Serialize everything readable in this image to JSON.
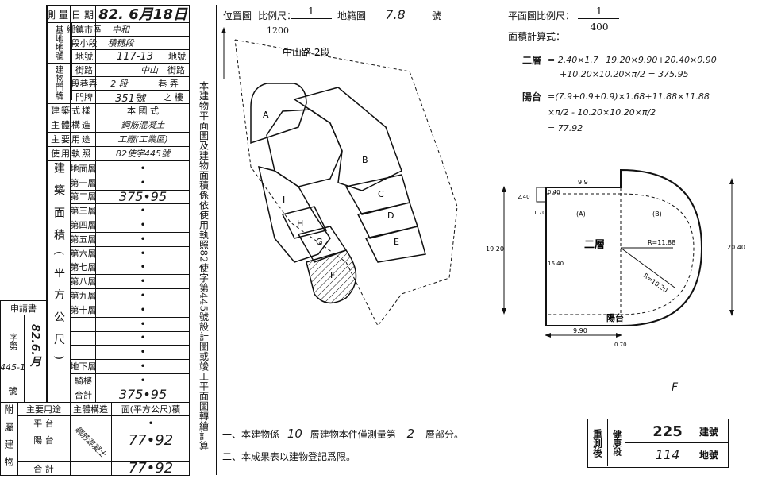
{
  "left_table": {
    "row1": {
      "label": "測量日期",
      "value": "82. 6月18日"
    },
    "base_header": "基地地號",
    "base_rows": [
      {
        "label": "鄉鎮市區",
        "value": "中和"
      },
      {
        "label": "段小段",
        "value": "積穗段"
      },
      {
        "label": "地號",
        "value": "117-13",
        "suffix": "地號"
      }
    ],
    "door_header": "建物門牌",
    "door_rows": [
      {
        "label": "街路",
        "value": "中山",
        "suffix": "街路"
      },
      {
        "label": "段巷弄",
        "value": "2 段",
        "suffix": "巷 弄"
      },
      {
        "label": "門牌",
        "value": "351號",
        "suffix": "之 樓"
      }
    ],
    "info_rows": [
      {
        "label": "建築式樣",
        "value": "本 國 式"
      },
      {
        "label": "主體構造",
        "value": "鋼筋混凝土"
      },
      {
        "label": "主要用途",
        "value": "工廠(工業區)"
      },
      {
        "label": "使用執照",
        "value": "82使字445號"
      }
    ],
    "area_header": "建築面積(平方公尺)",
    "floors": [
      {
        "name": "地面層",
        "value": "•"
      },
      {
        "name": "第一層",
        "value": "•"
      },
      {
        "name": "第二層",
        "value": "375•95"
      },
      {
        "name": "第三層",
        "value": "•"
      },
      {
        "name": "第四層",
        "value": "•"
      },
      {
        "name": "第五層",
        "value": "•"
      },
      {
        "name": "第六層",
        "value": "•"
      },
      {
        "name": "第七層",
        "value": "•"
      },
      {
        "name": "第八層",
        "value": "•"
      },
      {
        "name": "第九層",
        "value": "•"
      },
      {
        "name": "第十層",
        "value": "•"
      },
      {
        "name": "",
        "value": "•"
      },
      {
        "name": "",
        "value": "•"
      },
      {
        "name": "",
        "value": "•"
      },
      {
        "name": "地下層",
        "value": "•"
      },
      {
        "name": "騎樓",
        "value": "•"
      },
      {
        "name": "合計",
        "value": "375•95"
      }
    ],
    "attached_header": "附屬建物",
    "attached_cols": [
      "主要用途",
      "主體構造",
      "面(平方公尺)積"
    ],
    "attached_rows": [
      {
        "use": "平 台",
        "value": "•"
      },
      {
        "use": "陽 台",
        "value": "77•92"
      },
      {
        "use": "合 計",
        "value": "77•92"
      }
    ],
    "attached_structure": "鋼筋混凝土",
    "application": {
      "title": "申請書",
      "label": "字第",
      "value": "82.6.月",
      "no": "445-1",
      "suffix": "號"
    }
  },
  "site_plan": {
    "title": "位置圖",
    "scale_label": "比例尺：",
    "scale_num": "1",
    "scale_den": "1200",
    "land_label": "地籍圖",
    "land_value": "7.8",
    "land_suffix": "號",
    "road": "中山路 2段",
    "labels": [
      "A",
      "B",
      "C",
      "D",
      "E",
      "F",
      "G",
      "H",
      "I"
    ]
  },
  "vertical_note": "本建物平面圖及建物面積係依使用執照82使字第445號設計圖或竣工平面圖轉繪計算",
  "floor_plan": {
    "scale_label": "平面圖比例尺：",
    "scale_num": "1",
    "scale_den": "400",
    "calc_label": "面積計算式：",
    "formula_a_label": "二層",
    "formula_a_line1": "= 2.40×1.7+19.20×9.90+20.40×0.90",
    "formula_a_line2": "+10.20×10.20×π/2 = 375.95",
    "formula_b_label": "陽台",
    "formula_b_line1": "=(7.9+0.9+0.9)×1.68+11.88×11.88",
    "formula_b_line2": "×π/2 - 10.20×10.20×π/2",
    "formula_b_line3": "= 77.92",
    "plan_label": "二層",
    "balcony_label": "陽台",
    "dims": {
      "top": "9.9",
      "d240": "2.40",
      "d040": "0.40",
      "d170": "1.70",
      "left": "19.20",
      "right": "20.40",
      "inner": "16.40",
      "r1": "R=11.88",
      "r2": "R=10.20",
      "bottom": "9.90",
      "b070": "0.70"
    },
    "marks": {
      "a": "(A)",
      "b": "(B)"
    },
    "f": "F"
  },
  "notes": [
    {
      "prefix": "一、本建物係",
      "floors": "10",
      "mid": "層建物本件僅測量第",
      "floor": "2",
      "suffix": "層部分。"
    },
    {
      "text": "二、本成果表以建物登記爲限。"
    }
  ],
  "stamp": {
    "title1": "重測後",
    "title2": "健康段",
    "bldg": "225",
    "bldg_label": "建號",
    "land": "114",
    "land_label": "地號"
  }
}
